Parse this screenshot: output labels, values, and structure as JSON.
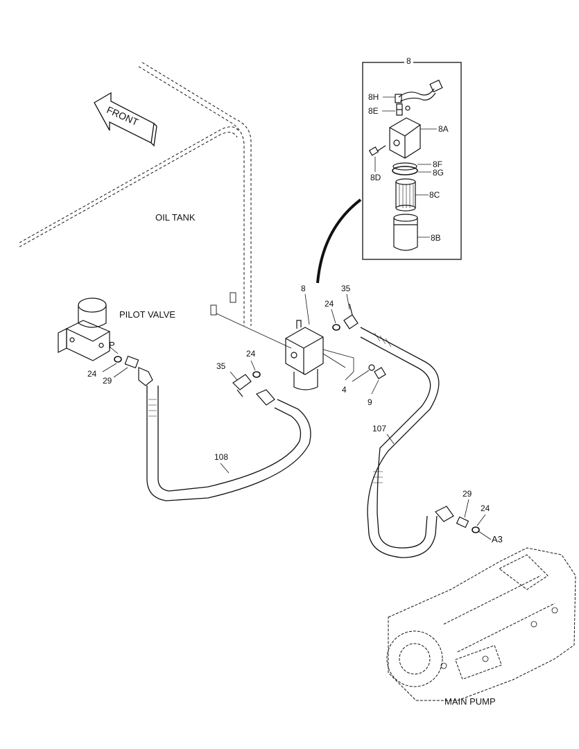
{
  "labels": {
    "front": "FRONT",
    "oil_tank": "OIL TANK",
    "pilot_valve": "PILOT VALVE",
    "main_pump": "MAIN PUMP",
    "port_p": "P",
    "port_a3": "A3"
  },
  "detail": {
    "title": "8",
    "parts": [
      "8H",
      "8E",
      "8A",
      "8D",
      "8F",
      "8G",
      "8C",
      "8B"
    ]
  },
  "callouts": {
    "c8": "8",
    "c35_top": "35",
    "c24_top": "24",
    "c24_mid": "24",
    "c35_mid": "35",
    "c4": "4",
    "c9": "9",
    "c24_left": "24",
    "c29_left": "29",
    "c108": "108",
    "c107": "107",
    "c29_right": "29",
    "c24_right": "24"
  }
}
